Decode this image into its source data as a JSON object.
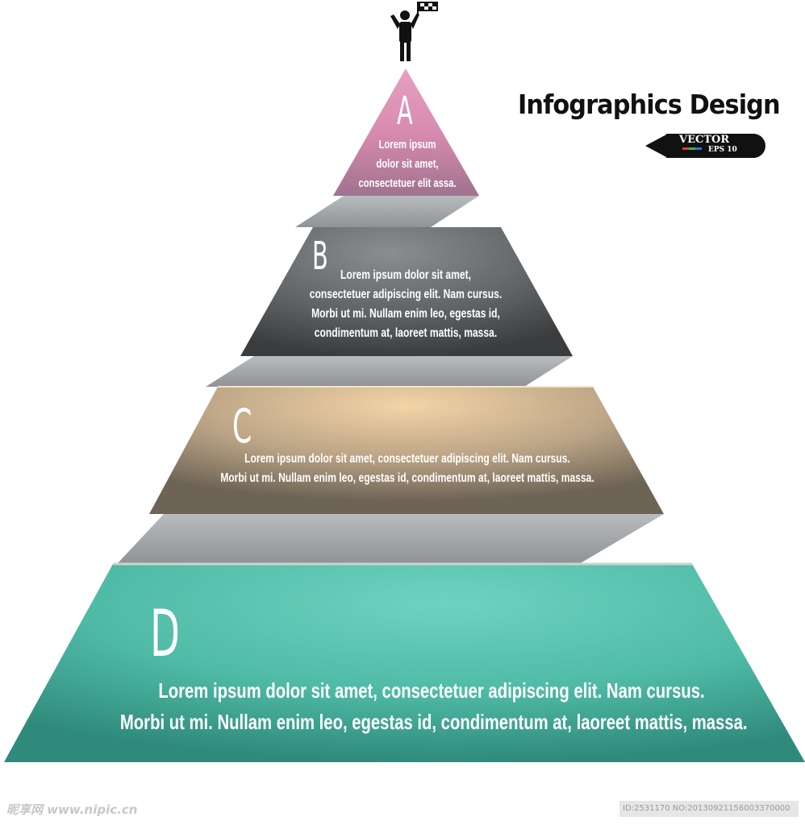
{
  "title": "Infographics Design",
  "badge": {
    "line1": "VECTOR",
    "line2": "EPS 10"
  },
  "tiers": [
    {
      "letter": "A",
      "text": [
        "Lorem ipsum",
        "dolor sit amet,",
        "consectetuer elit assa."
      ],
      "color": "#d98aac"
    },
    {
      "letter": "B",
      "text": [
        "Lorem ipsum dolor sit amet,",
        "consectetuer adipiscing elit. Nam cursus.",
        "Morbi ut mi. Nullam enim leo, egestas id,",
        "condimentum at, laoreet mattis, massa."
      ],
      "color": "#5e6163"
    },
    {
      "letter": "C",
      "text": [
        "Lorem ipsum dolor sit amet, consectetuer adipiscing elit. Nam cursus.",
        "Morbi ut mi. Nullam enim leo, egestas id, condimentum at, laoreet mattis, massa."
      ],
      "color": "#c2a985"
    },
    {
      "letter": "D",
      "text": [
        "Lorem ipsum dolor sit amet, consectetuer adipiscing elit. Nam cursus.",
        "Morbi ut mi. Nullam enim leo, egestas id, condimentum at, laoreet mattis, massa."
      ],
      "color": "#4fbfa8"
    }
  ],
  "watermark": {
    "left": "昵享网 www.nipic.cn",
    "right": "ID:2531170 NO:20130921156003370000"
  }
}
